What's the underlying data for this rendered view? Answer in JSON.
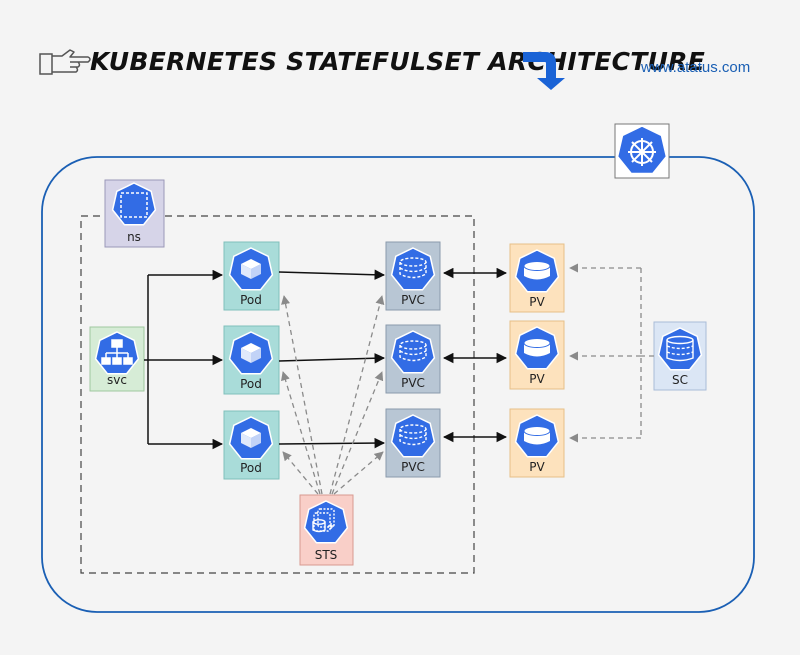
{
  "header": {
    "title": "KUBERNETES STATEFULSET ARCHITECTURE",
    "website": "www.atatus.com"
  },
  "icons": {
    "hand": "pointing-hand-icon",
    "arrow": "curved-down-arrow-icon",
    "logo": "kubernetes-helm-icon"
  },
  "nodes": {
    "ns": "ns",
    "svc": "svc",
    "pods": [
      "Pod",
      "Pod",
      "Pod"
    ],
    "pvcs": [
      "PVC",
      "PVC",
      "PVC"
    ],
    "pvs": [
      "PV",
      "PV",
      "PV"
    ],
    "sts": "STS",
    "sc": "SC"
  },
  "colors": {
    "cluster_border": "#1a5fb4",
    "k8s_blue": "#326ce5",
    "ns_fill": "#d6d4e8",
    "svc_fill": "#d6ecd6",
    "pod_fill": "#a9dcd9",
    "pvc_fill": "#b8c6d4",
    "pv_fill": "#fde2bd",
    "sts_fill": "#f9cfc8",
    "sc_fill": "#dbe6f5",
    "title_arrow": "#1a63d6"
  }
}
